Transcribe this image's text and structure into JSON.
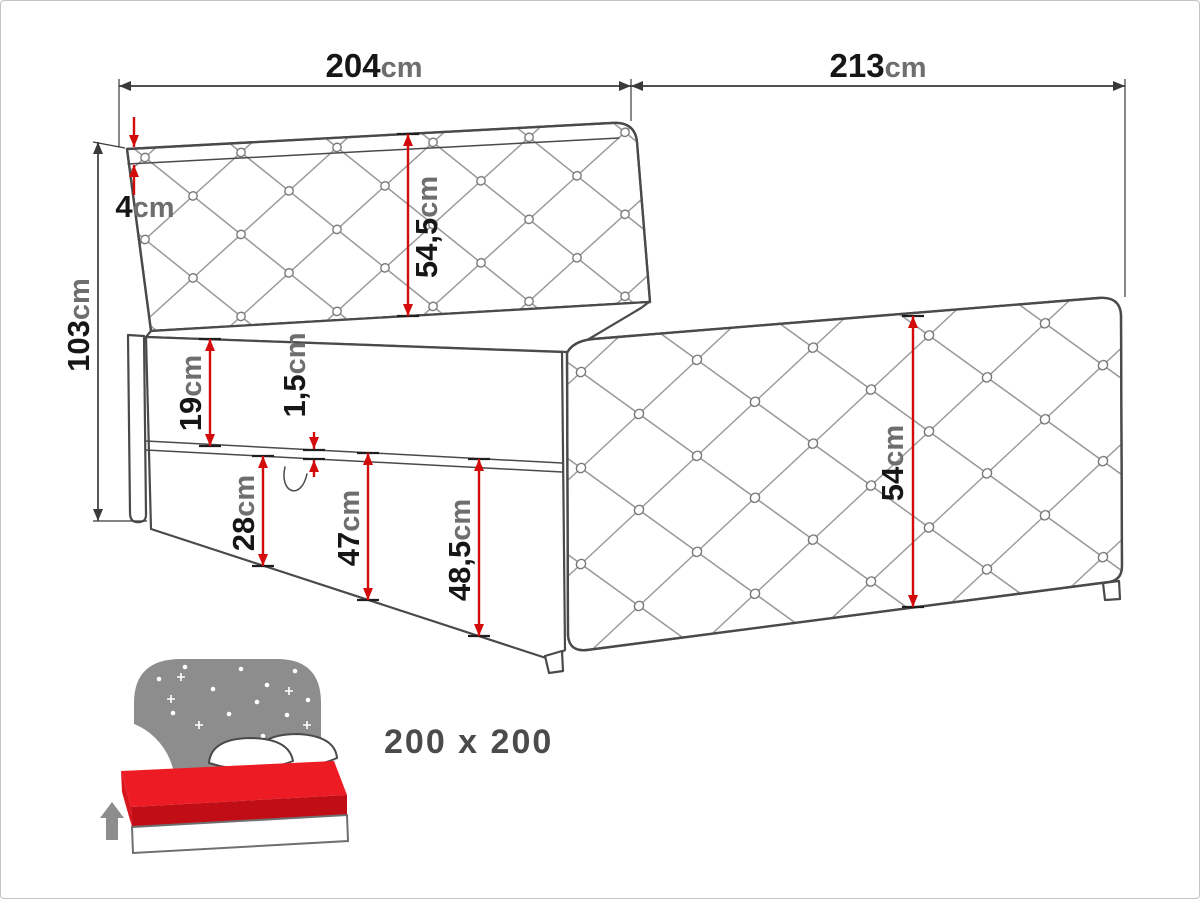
{
  "diagram": {
    "dimensions": {
      "width": {
        "value": "204",
        "unit": "cm"
      },
      "length": {
        "value": "213",
        "unit": "cm"
      },
      "top_rail": {
        "value": "4",
        "unit": "cm"
      },
      "headboard_height": {
        "value": "103",
        "unit": "cm"
      },
      "headboard_panel": {
        "value": "54,5",
        "unit": "cm"
      },
      "mattress": {
        "value": "19",
        "unit": "cm"
      },
      "gap": {
        "value": "1,5",
        "unit": "cm"
      },
      "storage": {
        "value": "28",
        "unit": "cm"
      },
      "base": {
        "value": "47",
        "unit": "cm"
      },
      "foot_end": {
        "value": "48,5",
        "unit": "cm"
      },
      "side_panel": {
        "value": "54",
        "unit": "cm"
      }
    },
    "size_badge": "200 x 200",
    "colors": {
      "dimension_red": "#d40b0b",
      "outline": "#4a4a4a",
      "icon_red": "#ed1c24",
      "icon_gray": "#8d8d8d"
    }
  }
}
